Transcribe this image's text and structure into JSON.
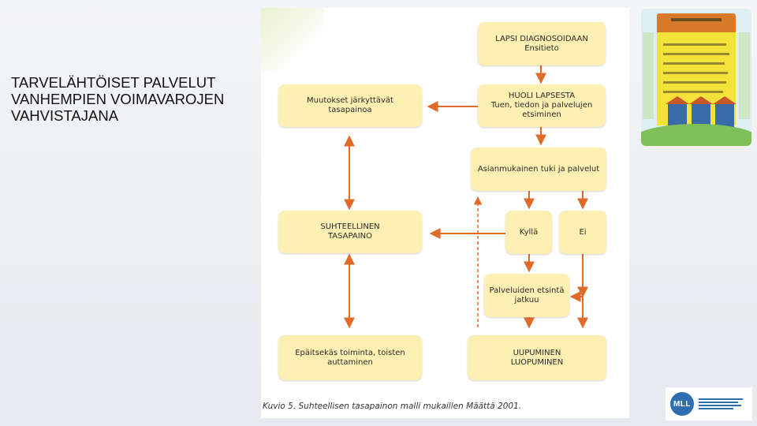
{
  "slide": {
    "title": "TARVELÄHTÖISET PALVELUT\nVANHEMPIEN VOIMAVAROJEN\nVAHVISTAJANA"
  },
  "diagram": {
    "nodes": {
      "diagnosis": "LAPSI DIAGNOSOIDAAN\nEnsitieto",
      "care": "HUOLI LAPSESTA\nTuen, tiedon ja palvelujen\netsiminen",
      "changes": "Muutokset järkyttävät\ntasapainoa",
      "support": "Asianmukainen tuki ja palvelut",
      "relative_balance": "SUHTEELLINEN\nTASAPAINO",
      "yes": "Kyllä",
      "no": "Ei",
      "search": "Palveluiden etsintä\njatkuu",
      "exhaustion": "UUPUMINEN\nLUOPUMINEN",
      "inconsistent": "Epäitsekäs toiminta, toisten\nauttaminen"
    },
    "caption": "Kuvio 5. Suhteellisen tasapainon malli mukaillen Määttä 2001.",
    "edge_color": "#e06a2a"
  },
  "book": {
    "icon": "book-cover-image"
  },
  "logo": {
    "mark": "MLL",
    "icon": "mll-logo"
  }
}
